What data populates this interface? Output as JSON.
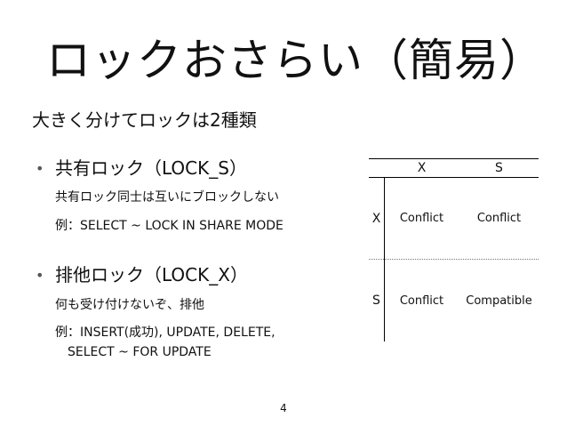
{
  "slide": {
    "title": "ロックおさらい（簡易）",
    "subtitle": "大きく分けてロックは2種類",
    "page_number": "4"
  },
  "bullets": [
    {
      "marker": "•",
      "heading": "共有ロック（LOCK_S）",
      "lines": [
        "共有ロック同士は互いにブロックしない",
        "例：SELECT ~ LOCK IN SHARE MODE"
      ]
    },
    {
      "marker": "•",
      "heading": "排他ロック（LOCK_X）",
      "lines": [
        "何も受け付けないぞ、排他",
        "例：INSERT(成功), UPDATE, DELETE,",
        "SELECT ~ FOR UPDATE"
      ]
    }
  ],
  "matrix": {
    "col_headers": [
      "X",
      "S"
    ],
    "rows": [
      {
        "header": "X",
        "cells": [
          "Conflict",
          "Conflict"
        ]
      },
      {
        "header": "S",
        "cells": [
          "Conflict",
          "Compatible"
        ]
      }
    ]
  }
}
